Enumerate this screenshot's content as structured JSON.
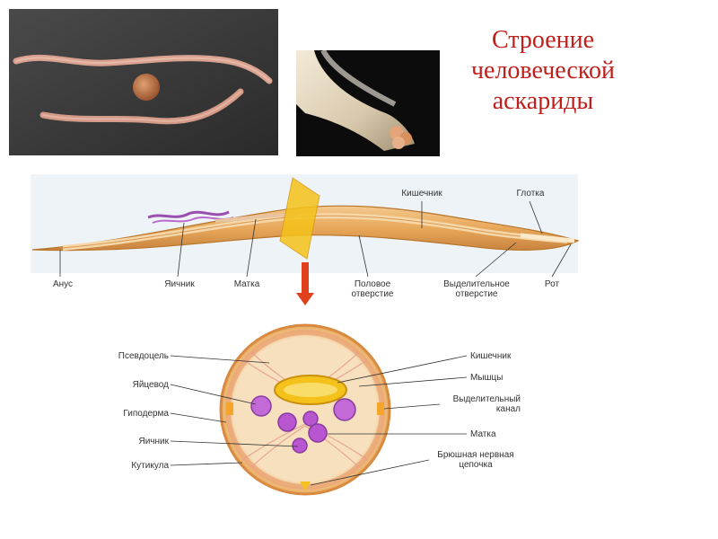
{
  "title": {
    "line1": "Строение",
    "line2": "человеческой",
    "line3": "аскариды"
  },
  "longitudinal_labels": {
    "anus": "Анус",
    "ovary": "Яичник",
    "uterus": "Матка",
    "genital_pore_1": "Половое",
    "genital_pore_2": "отверстие",
    "excretory_pore_1": "Выделительное",
    "excretory_pore_2": "отверстие",
    "mouth": "Рот",
    "intestine": "Кишечник",
    "pharynx": "Глотка"
  },
  "cross_section_labels": {
    "pseudocoel": "Псевдоцель",
    "oviduct": "Яйцевод",
    "hypodermis": "Гиподерма",
    "ovary": "Яичник",
    "cuticle": "Кутикула",
    "intestine": "Кишечник",
    "muscles": "Мышцы",
    "excretory_canal_1": "Выделительный",
    "excretory_canal_2": "канал",
    "uterus": "Матка",
    "nerve_cord_1": "Брюшная нервная",
    "nerve_cord_2": "цепочка"
  },
  "colors": {
    "title": "#c0201c",
    "body_outer": "#e8a85a",
    "body_inner": "#f5d7a8",
    "arrow": "#e0401c",
    "cut_plane": "#f4c21a"
  }
}
